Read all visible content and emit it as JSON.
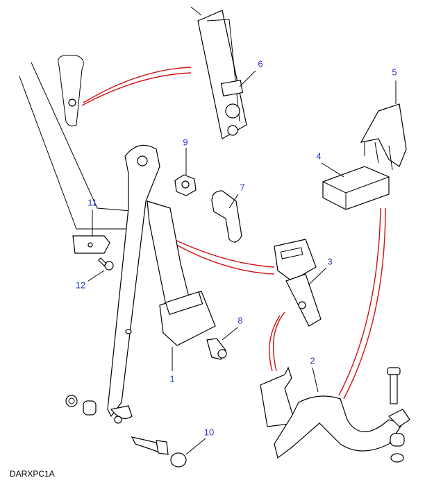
{
  "diagram_code": "DARXPC1A",
  "callouts": [
    {
      "id": "1",
      "label": "1"
    },
    {
      "id": "2",
      "label": "2"
    },
    {
      "id": "3",
      "label": "3"
    },
    {
      "id": "4",
      "label": "4"
    },
    {
      "id": "5",
      "label": "5"
    },
    {
      "id": "6",
      "label": "6"
    },
    {
      "id": "7",
      "label": "7"
    },
    {
      "id": "8",
      "label": "8"
    },
    {
      "id": "9",
      "label": "9"
    },
    {
      "id": "10",
      "label": "10"
    },
    {
      "id": "11",
      "label": "11"
    },
    {
      "id": "12",
      "label": "12"
    }
  ],
  "colors": {
    "callout": "#2233cc",
    "guide_line": "#d01010"
  }
}
